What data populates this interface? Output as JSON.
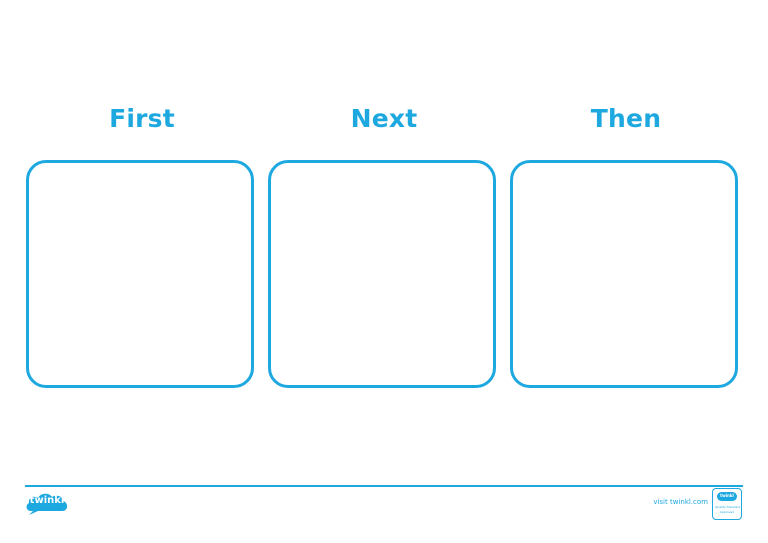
{
  "headings": [
    "First",
    "Next",
    "Then"
  ],
  "footer": {
    "logo_text": "twinkl",
    "visit_text": "visit twinkl.com",
    "badge": {
      "brand": "twinkl",
      "line1": "Quality Standard",
      "line2": "Approved"
    }
  },
  "colors": {
    "accent": "#1ea8e0",
    "background": "#ffffff"
  }
}
